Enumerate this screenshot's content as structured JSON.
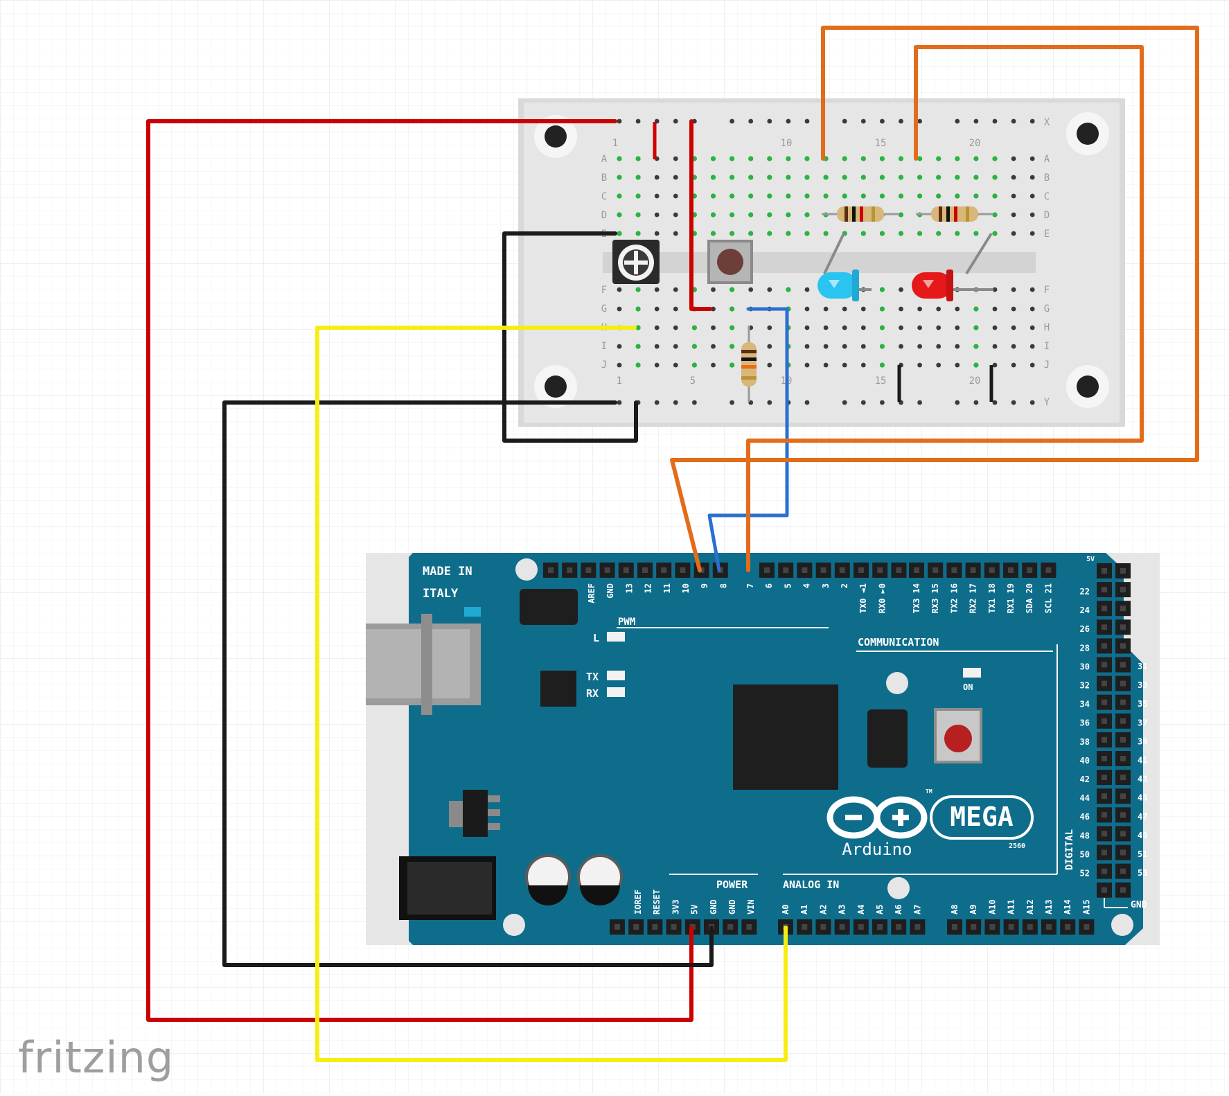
{
  "brand": "fritzing",
  "breadboard": {
    "top_col_numbers": [
      "1",
      "10",
      "15",
      "20"
    ],
    "bottom_col_numbers": [
      "1",
      "5",
      "10",
      "15",
      "20"
    ],
    "row_letters_top": [
      "A",
      "B",
      "C",
      "D",
      "E"
    ],
    "row_letters_bottom": [
      "F",
      "G",
      "H",
      "I",
      "J"
    ],
    "rail_labels": [
      "X",
      "Y"
    ]
  },
  "board": {
    "made_in_line1": "MADE IN",
    "made_in_line2": "ITALY",
    "pwm": "PWM",
    "communication": "COMMUNICATION",
    "led_l": "L",
    "led_tx": "TX",
    "led_rx": "RX",
    "led_on": "ON",
    "mega": "MEGA",
    "arduino": "Arduino",
    "model": "2560",
    "tm": "TM",
    "power": "POWER",
    "analog_in": "ANALOG IN",
    "digital": "DIGITAL",
    "gnd": "GND",
    "five_v": "5V",
    "top_pins_left": [
      "AREF",
      "GND",
      "13",
      "12",
      "11",
      "10",
      "9",
      "8"
    ],
    "top_pins_mid": [
      "7",
      "6",
      "5",
      "4",
      "3",
      "2",
      "TX0 ◄1",
      "RX0 ►0"
    ],
    "top_pins_comm": [
      "TX3 14",
      "RX3 15",
      "TX2 16",
      "RX2 17",
      "TX1 18",
      "RX1 19",
      "SDA 20",
      "SCL 21"
    ],
    "power_pins": [
      "IOREF",
      "RESET",
      "3V3",
      "5V",
      "GND",
      "GND",
      "VIN"
    ],
    "analog_pins_a": [
      "A0",
      "A1",
      "A2",
      "A3",
      "A4",
      "A5",
      "A6",
      "A7"
    ],
    "analog_pins_b": [
      "A8",
      "A9",
      "A10",
      "A11",
      "A12",
      "A13",
      "A14",
      "A15"
    ],
    "digital_left": [
      "22",
      "24",
      "26",
      "28",
      "30",
      "32",
      "34",
      "36",
      "38",
      "40",
      "42",
      "44",
      "46",
      "48",
      "50",
      "52"
    ],
    "digital_right": [
      "31",
      "33",
      "35",
      "37",
      "39",
      "41",
      "43",
      "45",
      "47",
      "49",
      "51",
      "53"
    ]
  },
  "colors": {
    "board": "#0f6d8c",
    "wire_red": "#cc0000",
    "wire_black": "#1a1a1a",
    "wire_yellow": "#f5ee13",
    "wire_orange": "#e36c1a",
    "wire_blue": "#2a6fd1",
    "grid": "#ebebeb"
  }
}
